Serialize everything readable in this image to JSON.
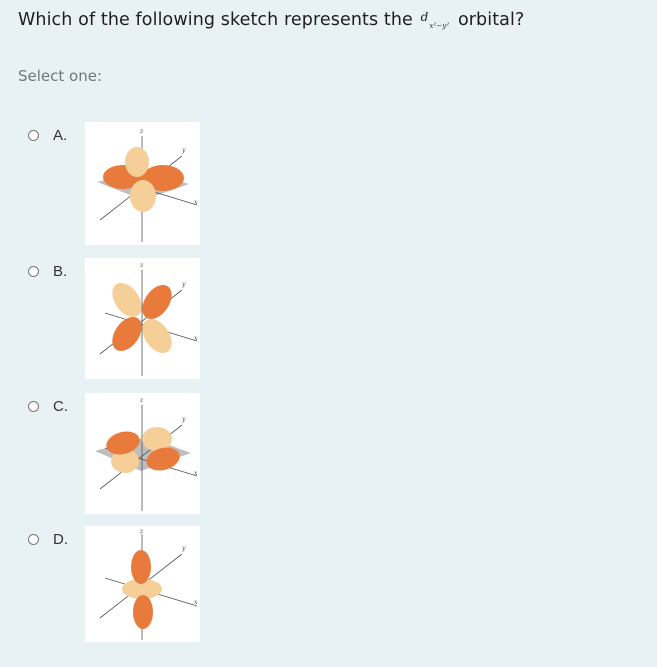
{
  "question": {
    "text_before": "Which of the following sketch represents the",
    "symbol": "d",
    "symbol_sub": "x²−y²",
    "text_after": "orbital?"
  },
  "prompt": "Select one:",
  "options": [
    {
      "label": "A.",
      "image": "orbital-diagram-a",
      "axes": {
        "x": "x",
        "y": "y",
        "z": "z"
      }
    },
    {
      "label": "B.",
      "image": "orbital-diagram-b",
      "axes": {
        "x": "x",
        "y": "y",
        "z": "z"
      }
    },
    {
      "label": "C.",
      "image": "orbital-diagram-c",
      "axes": {
        "x": "x",
        "y": "y",
        "z": "z"
      }
    },
    {
      "label": "D.",
      "image": "orbital-diagram-d",
      "axes": {
        "x": "x",
        "y": "y",
        "z": "z"
      }
    }
  ],
  "colors": {
    "background": "#e8f2f5",
    "lobe_dark": "#e87a3c",
    "lobe_light": "#f6cf98",
    "plane": "#b7b7b7"
  }
}
